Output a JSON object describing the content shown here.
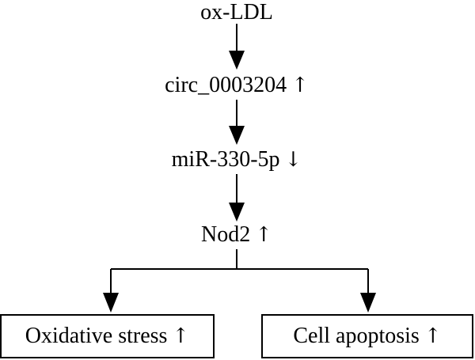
{
  "nodes": {
    "ox_ldl": {
      "label": "ox-LDL",
      "change": ""
    },
    "circ": {
      "label": "circ_0003204",
      "change": "↑"
    },
    "mir": {
      "label": "miR-330-5p",
      "change": "↓"
    },
    "nod2": {
      "label": "Nod2",
      "change": "↑"
    },
    "oxidative": {
      "label": "Oxidative stress",
      "change": "↑"
    },
    "apoptosis": {
      "label": "Cell apoptosis",
      "change": "↑"
    }
  },
  "colors": {
    "line": "#000000",
    "text": "#000000",
    "background": "#ffffff"
  }
}
